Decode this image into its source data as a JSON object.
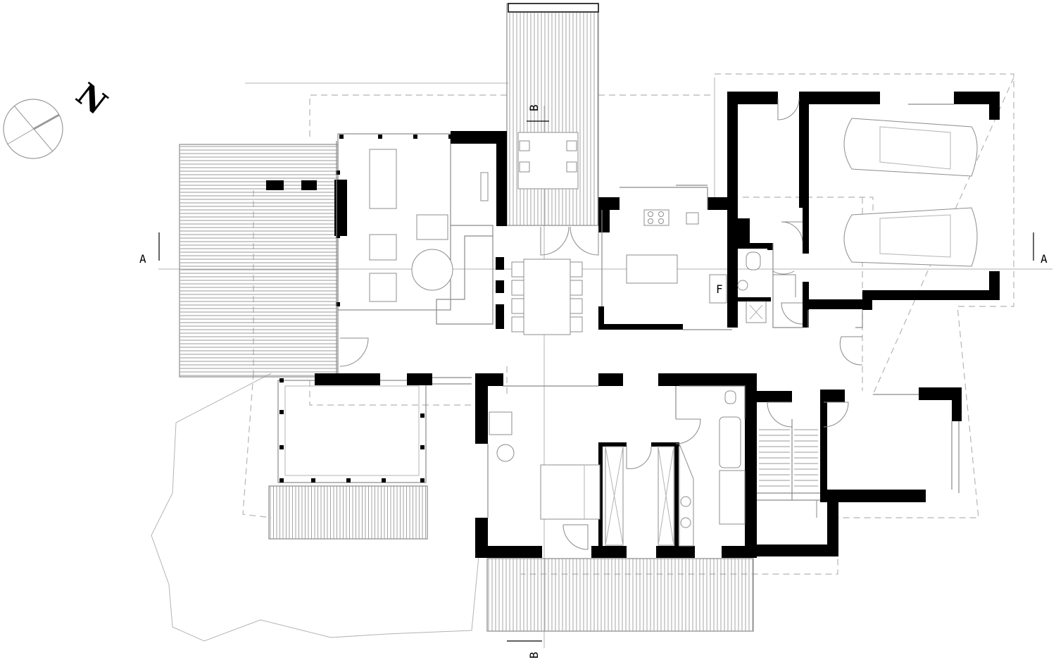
{
  "north_label": "N",
  "section_a_left": "A",
  "section_a_right": "A",
  "section_b_top": "B",
  "section_b_bottom": "B",
  "fridge_mark": "F"
}
